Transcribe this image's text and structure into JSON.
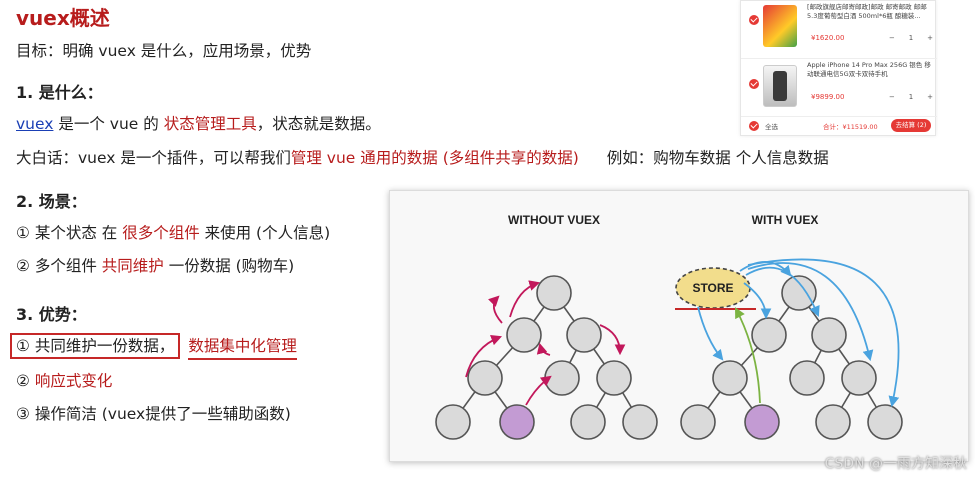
{
  "title": "vuex概述",
  "goal": "目标：明确 vuex 是什么，应用场景，优势",
  "sec1": {
    "heading": "1. 是什么：",
    "l1_link": "vuex",
    "l1_a": " 是一个 vue 的 ",
    "l1_red": "状态管理工具",
    "l1_b": "，状态就是数据。",
    "l2_a": "大白话：vuex 是一个插件，可以帮我们",
    "l2_red": "管理 vue 通用的数据 (多组件共享的数据)",
    "l2_b": "例如：购物车数据   个人信息数据"
  },
  "sec2": {
    "heading": "2. 场景：",
    "i1_a": "① 某个状态 在 ",
    "i1_red": "很多个组件",
    "i1_b": " 来使用 (个人信息)",
    "i2_a": "② 多个组件 ",
    "i2_red": "共同维护",
    "i2_b": " 一份数据 (购物车)"
  },
  "sec3": {
    "heading": "3. 优势：",
    "i1_boxed": "① 共同维护一份数据，",
    "i1_red": "数据集中化管理",
    "i2_a": "② ",
    "i2_red": "响应式变化",
    "i3": "③ 操作简洁 (vuex提供了一些辅助函数)"
  },
  "cart": {
    "item1_name": "[邮政旗舰店邮寄邮政]邮政 邮寄邮政 邮邮 5.3度葡萄型白酒 500ml*6瓶 酿糖装...",
    "item1_price": "¥1620.00",
    "item2_name": "Apple iPhone 14 Pro Max 256G 银色 移动联通电信5G双卡双待手机",
    "item2_price": "¥9899.00",
    "qty": "1",
    "minus": "−",
    "plus": "+",
    "select_all": "全选",
    "total": "合计：¥11519.00",
    "checkout": "去结算 (2)"
  },
  "diagram": {
    "left_title": "WITHOUT VUEX",
    "right_title": "WITH VUEX",
    "store_label": "STORE"
  },
  "watermark": "CSDN @一雨方知深秋",
  "colors": {
    "accent_red": "#b71c1c",
    "arrow_magenta": "#c2185b",
    "arrow_blue": "#4aa3df",
    "arrow_green": "#7cb342",
    "node_purple": "#c39bd3",
    "node_gray": "#dadada",
    "store_fill": "#f2dd8c"
  }
}
